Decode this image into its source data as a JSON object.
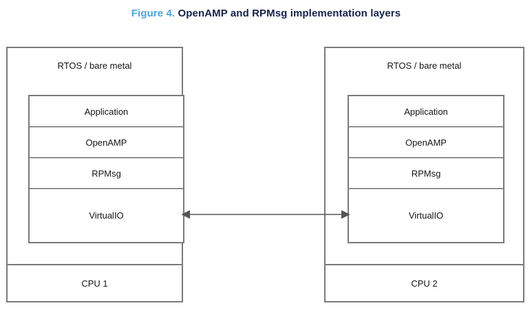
{
  "figure": {
    "number_label": "Figure 4.",
    "title": "OpenAMP and RPMsg implementation layers",
    "number_color": "#4da6e0",
    "title_color": "#16214a"
  },
  "diagram": {
    "type": "block-diagram",
    "border_color": "#7a7a7a",
    "divider_color": "#3a3a3a",
    "arrow_color": "#555555",
    "background": "#ffffff",
    "connector": {
      "name": "virtualio-link",
      "style": "double-headed-arrow",
      "orientation": "horizontal",
      "from": "CPU 1 VirtualIO",
      "to": "CPU 2 VirtualIO"
    },
    "blocks": [
      {
        "id": "cpu1",
        "os_label": "RTOS / bare metal",
        "cpu_label": "CPU 1",
        "layers": [
          {
            "label": "Application"
          },
          {
            "label": "OpenAMP"
          },
          {
            "label": "RPMsg"
          },
          {
            "label": "VirtualIO"
          }
        ]
      },
      {
        "id": "cpu2",
        "os_label": "RTOS / bare metal",
        "cpu_label": "CPU 2",
        "layers": [
          {
            "label": "Application"
          },
          {
            "label": "OpenAMP"
          },
          {
            "label": "RPMsg"
          },
          {
            "label": "VirtualIO"
          }
        ]
      }
    ]
  }
}
